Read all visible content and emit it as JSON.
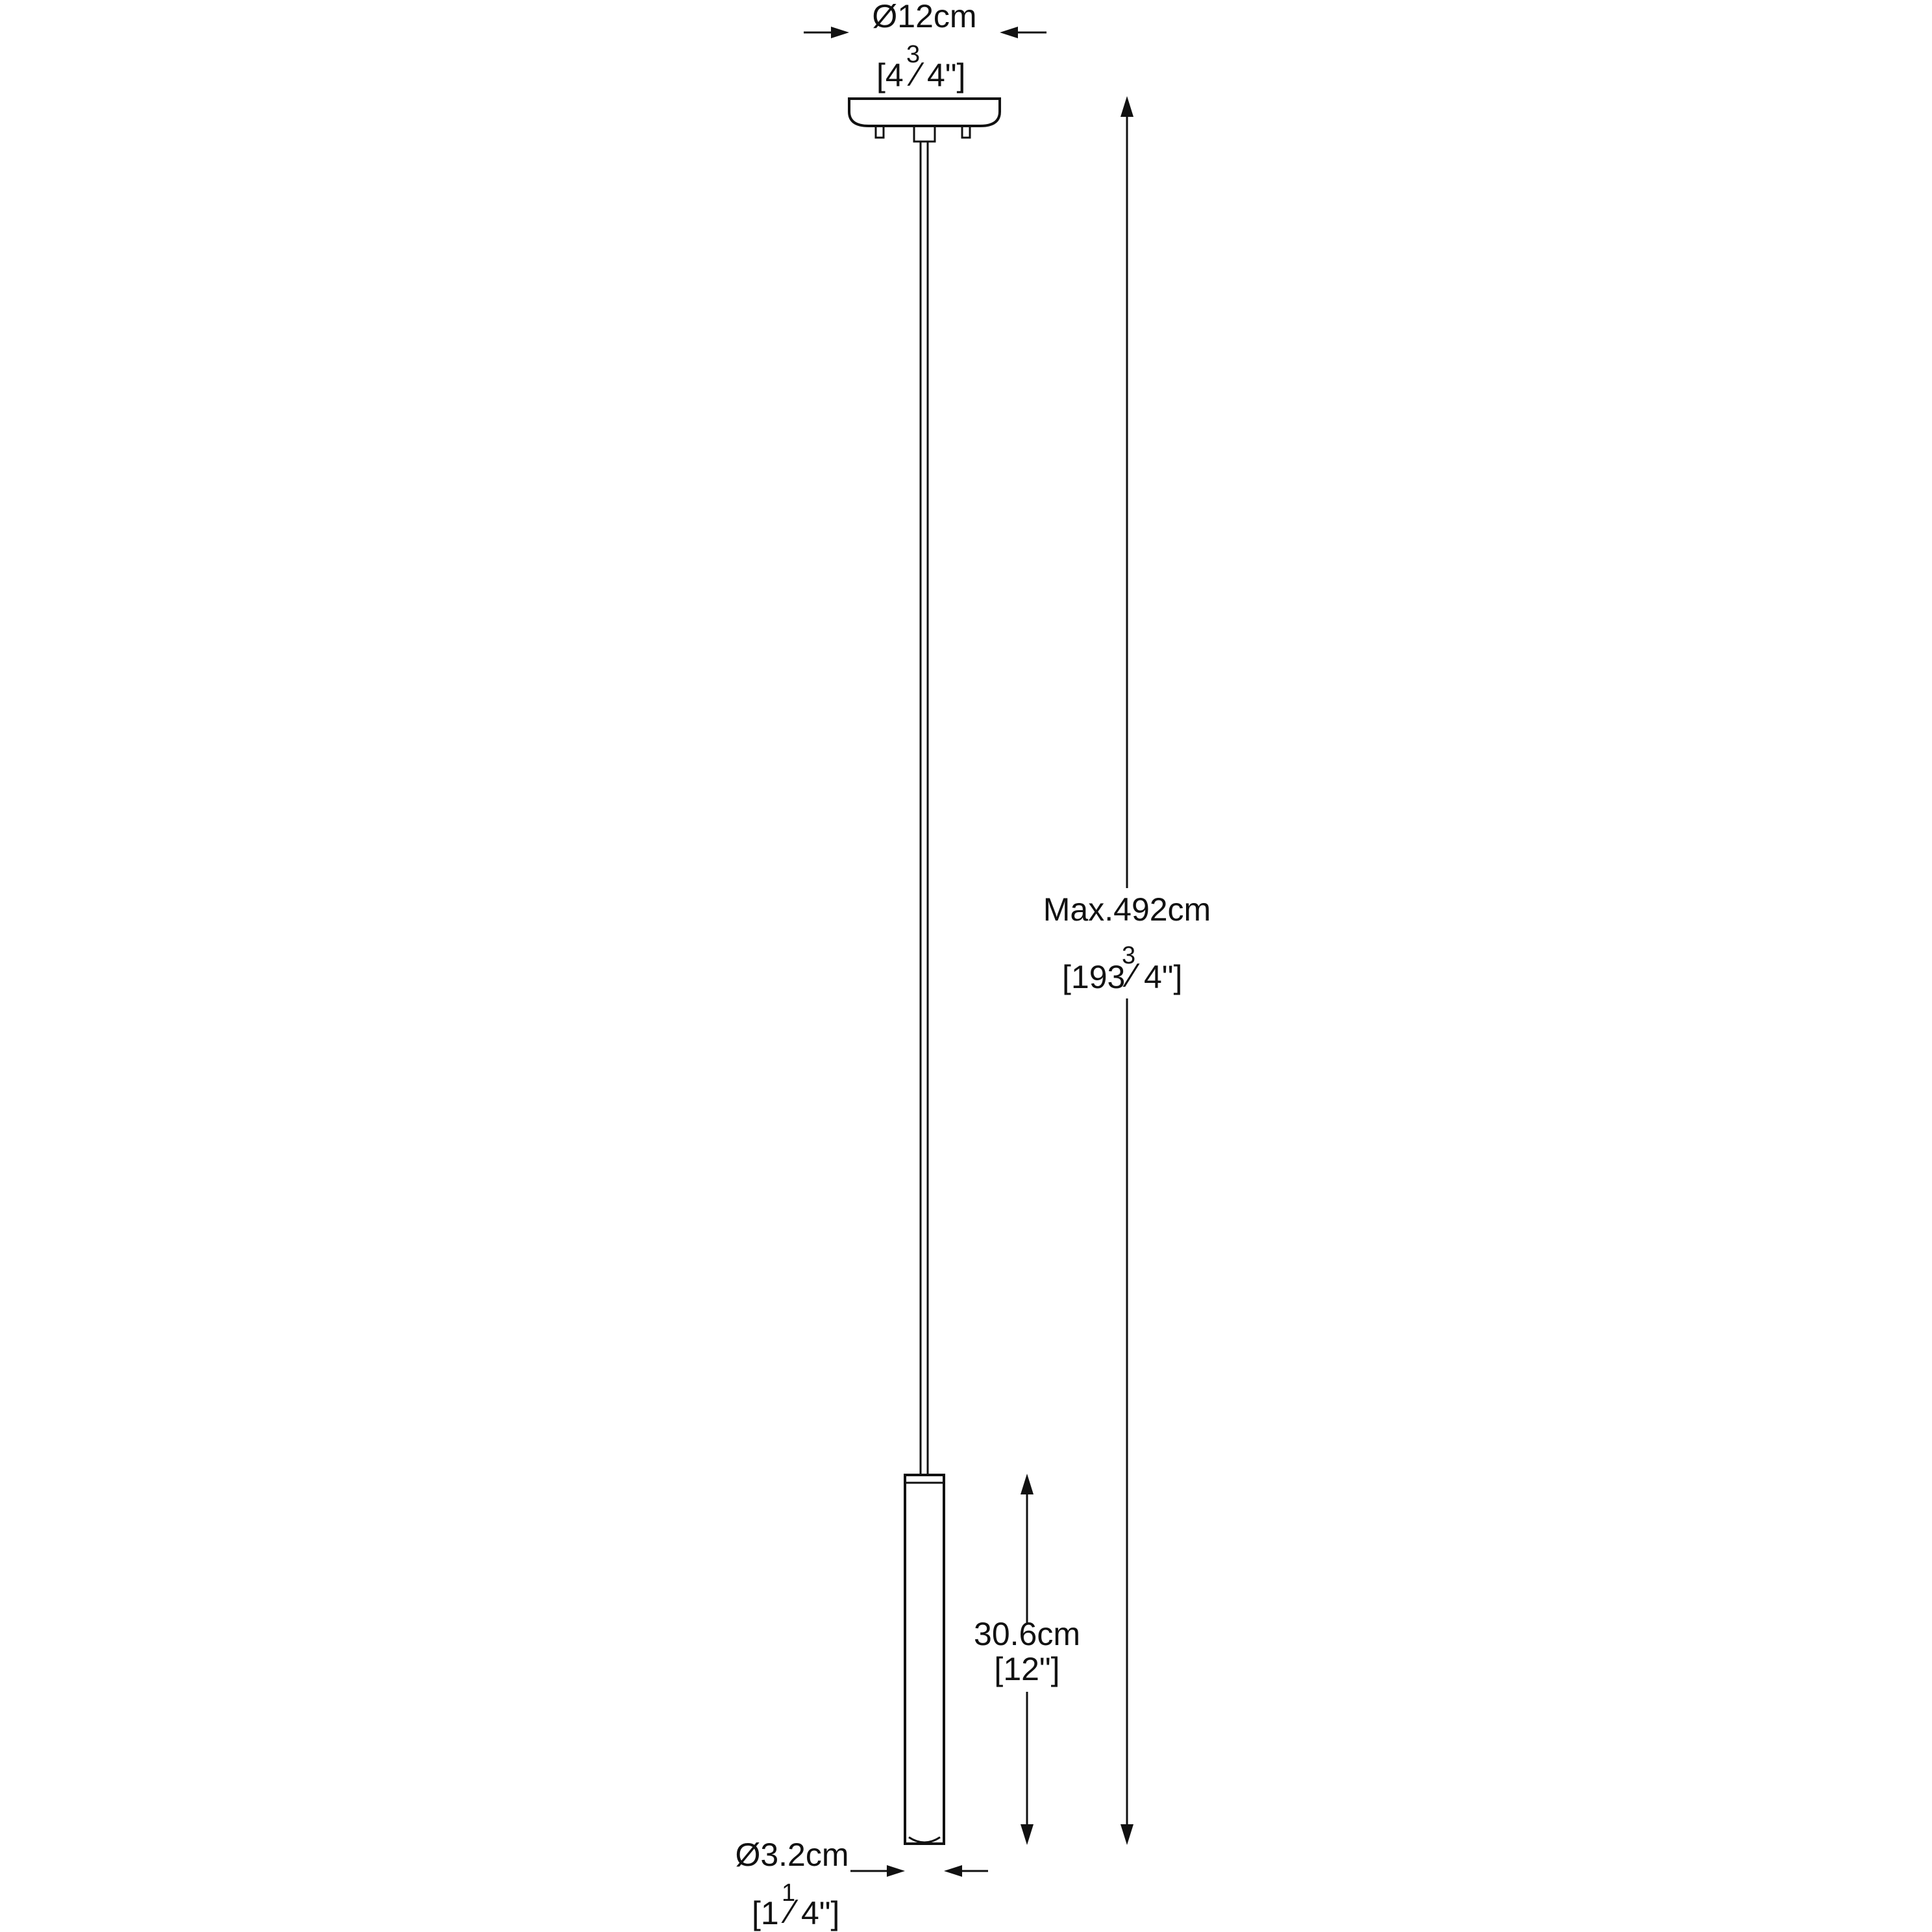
{
  "dimensions": {
    "canopy_diameter": {
      "metric": "Ø12cm",
      "imperial_open": "[4",
      "imperial_num": "3",
      "imperial_den": "4\"]"
    },
    "max_height": {
      "metric": "Max.492cm",
      "imperial_open": "[193",
      "imperial_num": "3",
      "imperial_den": "4\"]"
    },
    "shade_length": {
      "metric": "30.6cm",
      "imperial": "[12\"]"
    },
    "shade_diameter": {
      "metric": "Ø3.2cm",
      "imperial_open": "[1",
      "imperial_num": "1",
      "imperial_den": "4\"]"
    }
  },
  "colors": {
    "line": "#111111",
    "background": "#ffffff"
  }
}
